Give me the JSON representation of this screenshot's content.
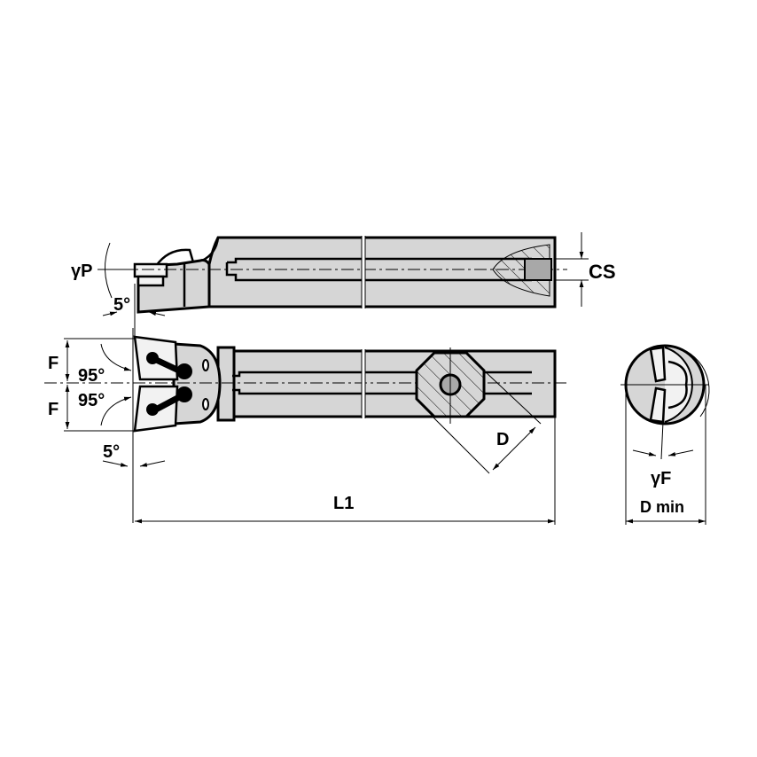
{
  "drawing": {
    "title": "Boring bar with insert — dimension drawing",
    "views": [
      "side-view",
      "top-view",
      "end-view"
    ],
    "colors": {
      "body": "#d6d6d6",
      "line": "#000000",
      "background": "#ffffff",
      "insert": "#f2f2f2"
    }
  },
  "labels": {
    "gamma_p": "γP",
    "angle_side_5": "5°",
    "cs": "CS",
    "f_upper": "F",
    "f_lower": "F",
    "angle_95_upper": "95°",
    "angle_95_lower": "95°",
    "angle_top_5": "5°",
    "d": "D",
    "l1": "L1",
    "gamma_f": "γF",
    "d_min": "D min"
  }
}
